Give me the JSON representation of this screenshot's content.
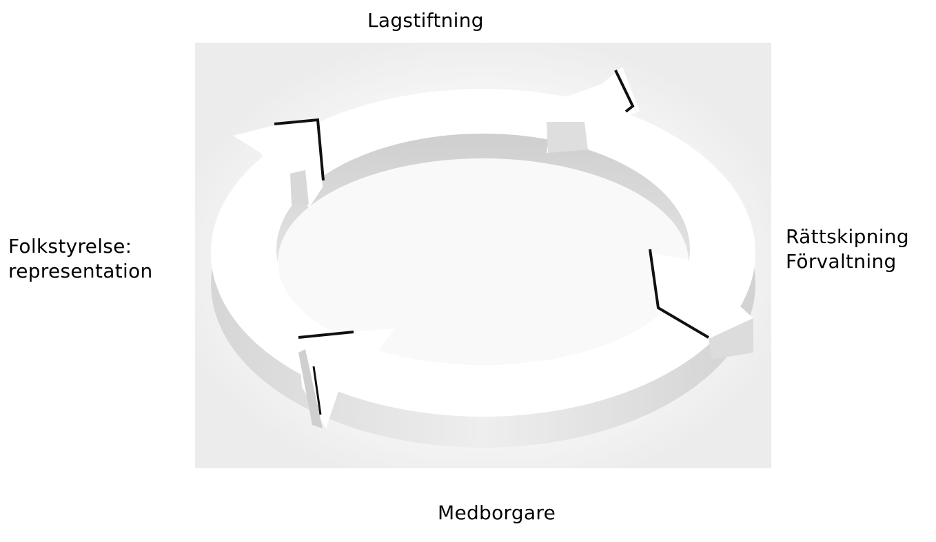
{
  "labels": {
    "top": "Lagstiftning",
    "left_line1": "Folkstyrelse:",
    "left_line2": "representation",
    "right_line1": "Rättskipning",
    "right_line2": "Förvaltning",
    "bottom": "Medborgare"
  },
  "diagram": {
    "type": "cycle",
    "arrow_count": 4,
    "arrow_color": "#ffffff",
    "side_shade_color": "#dcdcdc",
    "edge_color": "#111111"
  }
}
